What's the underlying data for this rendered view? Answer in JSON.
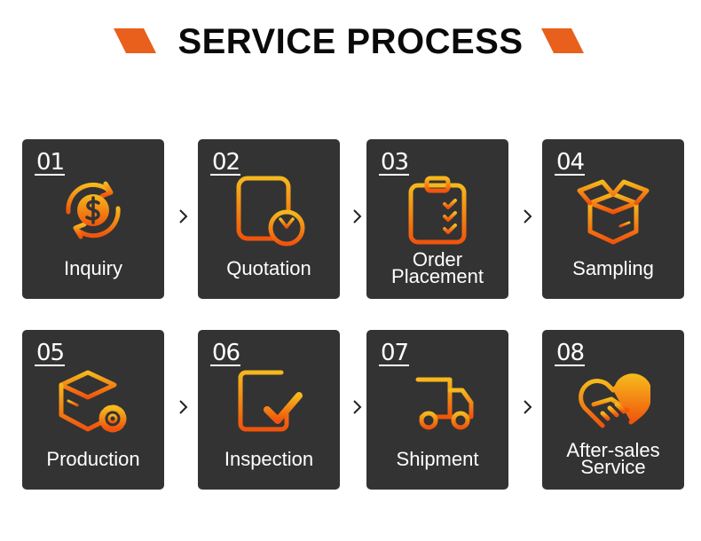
{
  "header": {
    "title": "SERVICE PROCESS"
  },
  "colors": {
    "card_bg": "#333333",
    "accent": "#e8601c",
    "gradient_top": "#f6b81c",
    "gradient_bottom": "#f0540c"
  },
  "steps": [
    {
      "number": "01",
      "label_lines": [
        "Inquiry"
      ],
      "icon": "dollar-refresh-icon"
    },
    {
      "number": "02",
      "label_lines": [
        "Quotation"
      ],
      "icon": "document-yen-icon"
    },
    {
      "number": "03",
      "label_lines": [
        "Order",
        "Placement"
      ],
      "icon": "clipboard-check-icon"
    },
    {
      "number": "04",
      "label_lines": [
        "Sampling"
      ],
      "icon": "open-box-icon"
    },
    {
      "number": "05",
      "label_lines": [
        "Production"
      ],
      "icon": "box-gear-icon"
    },
    {
      "number": "06",
      "label_lines": [
        "Inspection"
      ],
      "icon": "checklist-icon"
    },
    {
      "number": "07",
      "label_lines": [
        "Shipment"
      ],
      "icon": "delivery-truck-icon"
    },
    {
      "number": "08",
      "label_lines": [
        "After-sales",
        "Service"
      ],
      "icon": "heart-handshake-icon"
    }
  ]
}
